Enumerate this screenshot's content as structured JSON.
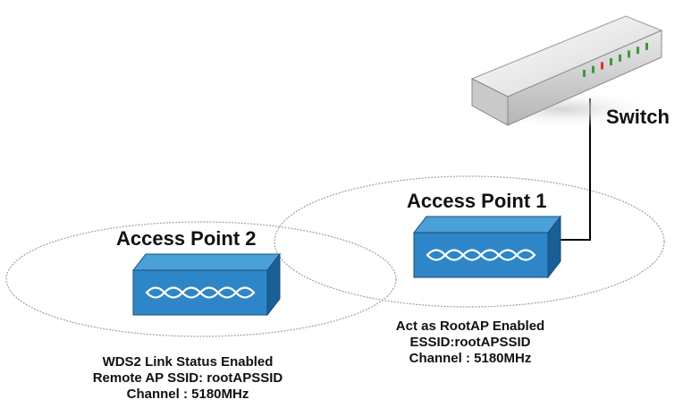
{
  "switch": {
    "label": "Switch"
  },
  "access_point_1": {
    "label": "Access Point 1",
    "status_lines": [
      "Act as RootAP Enabled",
      "ESSID:rootAPSSID",
      "Channel : 5180MHz"
    ]
  },
  "access_point_2": {
    "label": "Access Point 2",
    "status_lines": [
      "WDS2 Link Status Enabled",
      "Remote AP SSID: rootAPSSID",
      "Channel : 5180MHz"
    ]
  },
  "colors": {
    "device_top": "#4aa0d8",
    "device_front": "#2e86c8",
    "device_side": "#1a5f96",
    "coverage_ring": "#a0a0a0",
    "cable": "#000000"
  },
  "icons": {
    "access_point": "wireless-access-point-icon",
    "switch": "network-switch-icon"
  }
}
